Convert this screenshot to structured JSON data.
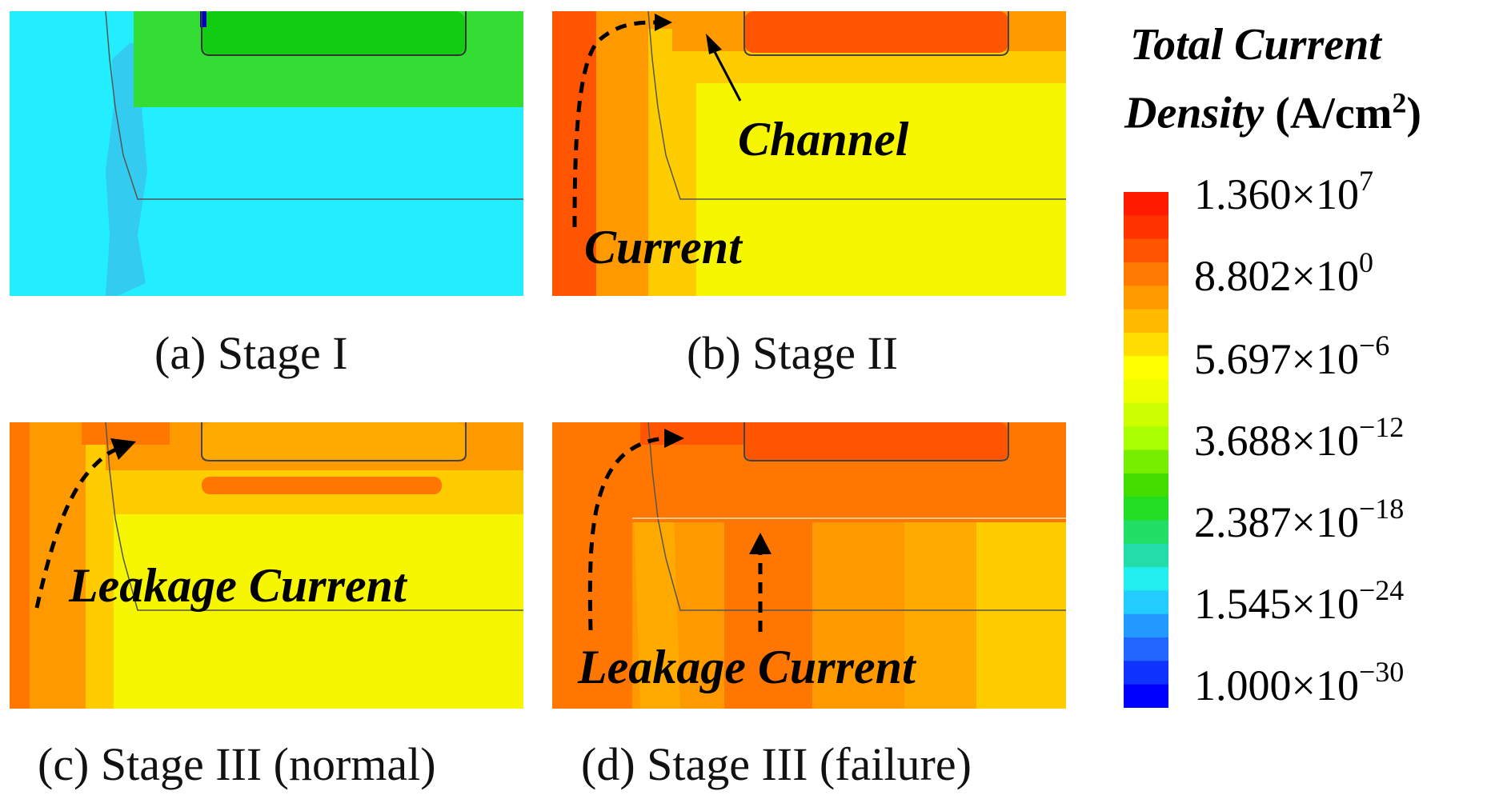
{
  "panels": [
    {
      "id": "a",
      "caption": "(a) Stage I"
    },
    {
      "id": "b",
      "caption": "(b) Stage II"
    },
    {
      "id": "c",
      "caption": "(c) Stage III (normal)"
    },
    {
      "id": "d",
      "caption": "(d) Stage III (failure)"
    }
  ],
  "annotations": {
    "b_channel": "Channel",
    "b_current": "Current",
    "c_leakage": "Leakage Current",
    "d_leakage": "Leakage Current"
  },
  "colorbar": {
    "title_line1": "Total Current",
    "title_line2_italic": "Density",
    "title_units": "(A/cm",
    "title_units_sup": "2",
    "title_units_close": ")",
    "ticks": [
      {
        "mantissa": "1.360",
        "base": "×10",
        "exp": "7"
      },
      {
        "mantissa": "8.802",
        "base": "×10",
        "exp": "0"
      },
      {
        "mantissa": "5.697",
        "base": "×10",
        "exp": "−6"
      },
      {
        "mantissa": "3.688",
        "base": "×10",
        "exp": "−12"
      },
      {
        "mantissa": "2.387",
        "base": "×10",
        "exp": "−18"
      },
      {
        "mantissa": "1.545",
        "base": "×10",
        "exp": "−24"
      },
      {
        "mantissa": "1.000",
        "base": "×10",
        "exp": "−30"
      }
    ],
    "colors": [
      "#ff1a00",
      "#ff3300",
      "#ff5500",
      "#ff7a00",
      "#ff9900",
      "#ffbb00",
      "#ffdd00",
      "#ffff00",
      "#eeff00",
      "#ccff00",
      "#aaff00",
      "#77ee00",
      "#44dd00",
      "#22dd22",
      "#22dd66",
      "#22ddaa",
      "#22eeee",
      "#22ccff",
      "#2299ff",
      "#2266ff",
      "#1133ff",
      "#0000ff"
    ]
  },
  "colors": {
    "cyan": "#22eeff",
    "cyan_dark": "#33ccf0",
    "green": "#33dd33",
    "green_dark": "#11cc11",
    "yellow": "#f6f600",
    "yellow_orange": "#ffcc00",
    "orange": "#ff9900",
    "orange_dark": "#ff7700",
    "red_orange": "#ff5500"
  }
}
